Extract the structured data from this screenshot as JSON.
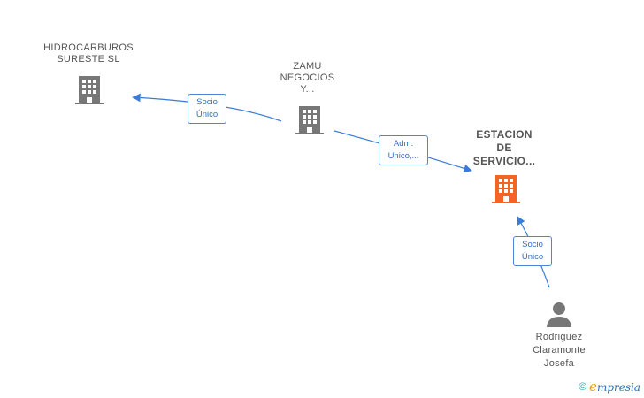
{
  "nodes": {
    "hidrocarburos": {
      "label": "HIDROCARBUROS\nSURESTE  SL",
      "type": "company",
      "color": "#777777"
    },
    "zamu": {
      "label": "ZAMU\nNEGOCIOS\nY...",
      "type": "company",
      "color": "#777777"
    },
    "estacion": {
      "label": "ESTACION\nDE\nSERVICIO...",
      "type": "company",
      "color": "#f26522"
    },
    "rodriguez": {
      "label": "Rodriguez\nClaramonte\nJosefa",
      "type": "person",
      "color": "#777777"
    }
  },
  "edges": [
    {
      "from": "zamu",
      "to": "hidrocarburos",
      "label": "Socio\nÚnico"
    },
    {
      "from": "zamu",
      "to": "estacion",
      "label": "Adm.\nUnico,..."
    },
    {
      "from": "rodriguez",
      "to": "estacion",
      "label": "Socio\nÚnico"
    }
  ],
  "footer": {
    "copyright": "©",
    "brand_initial": "e",
    "brand_rest": "mpresia"
  },
  "colors": {
    "edge": "#3a7bd5",
    "accent": "#f26522",
    "neutral": "#777777"
  }
}
